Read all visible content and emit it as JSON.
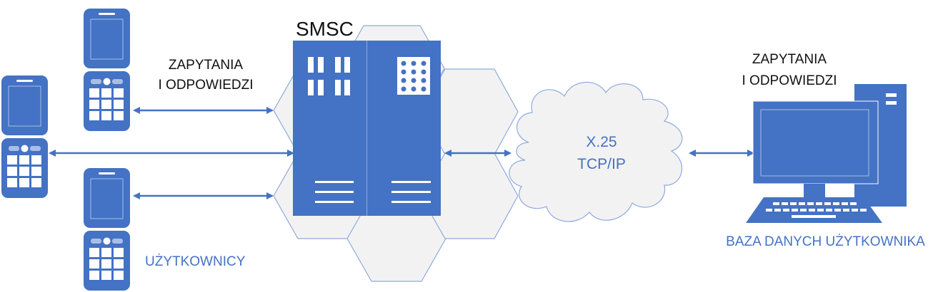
{
  "title": "SMSC",
  "labels": {
    "left_requests_line1": "ZAPYTANIA",
    "left_requests_line2": "I ODPOWIEDZI",
    "right_requests_line1": "ZAPYTANIA",
    "right_requests_line2": "I ODPOWIEDZI",
    "users": "UŻYTKOWNICY",
    "database": "BAZA DANYCH UŻYTKOWNIKA",
    "network_line1": "X.25",
    "network_line2": "TCP/IP"
  },
  "colors": {
    "primary": "#4472c4",
    "hex_fill": "#f2f2f2",
    "hex_stroke": "#8faadc"
  }
}
